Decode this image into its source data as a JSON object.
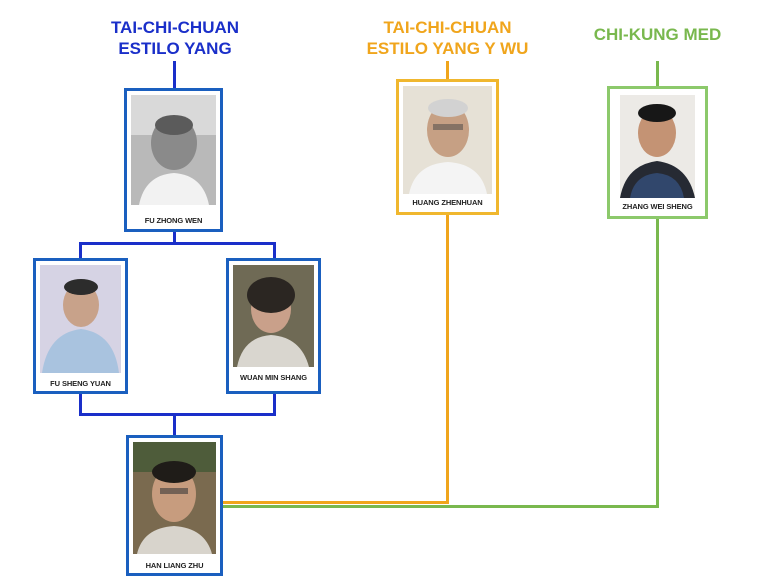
{
  "colors": {
    "yang": "#1a2fc9",
    "yang_wu": "#f0a51c",
    "chi_kung": "#79b84e"
  },
  "headings": {
    "yang": {
      "line1": "TAI-CHI-CHUAN",
      "line2": "ESTILO YANG"
    },
    "yang_wu": {
      "line1": "TAI-CHI-CHUAN",
      "line2": "ESTILO YANG Y WU"
    },
    "chi_kung": {
      "line1": "CHI-KUNG MED"
    }
  },
  "people": {
    "fu_zhong_wen": "FU ZHONG WEN",
    "fu_sheng_yuan": "FU SHENG YUAN",
    "wuan_min_shang": "WUAN MIN SHANG",
    "han_liang_zhu": "HAN LIANG ZHU",
    "huang_zhenhuan": "HUANG ZHENHUAN",
    "zhang_wei_sheng": "ZHANG WEI SHENG"
  }
}
